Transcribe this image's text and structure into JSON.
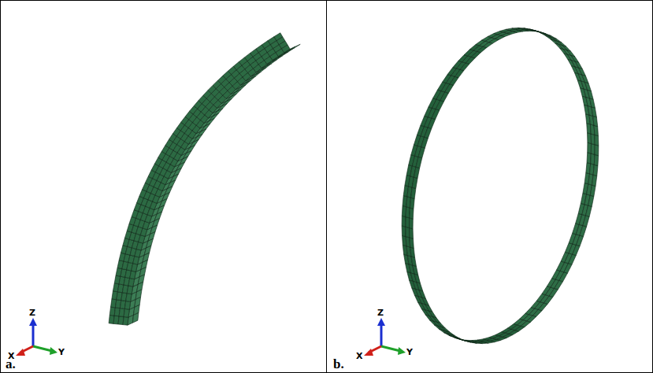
{
  "diagram": {
    "labels": [
      "Z",
      "X",
      "Y",
      "a.",
      "Z",
      "X",
      "Y",
      "b."
    ]
  }
}
